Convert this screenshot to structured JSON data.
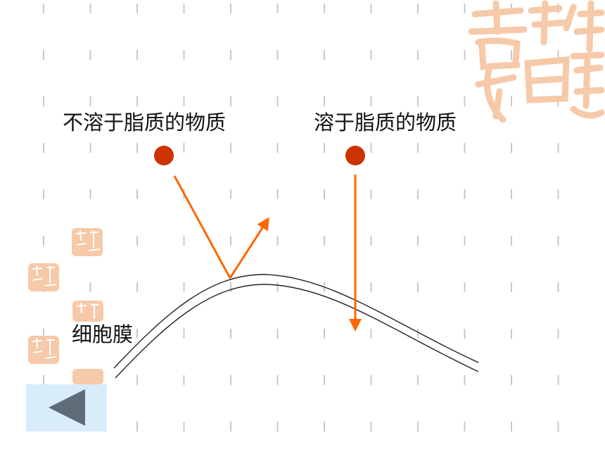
{
  "labels": {
    "insoluble": "不溶于脂质的物质",
    "soluble": "溶于脂质的物质",
    "membrane": "细胞膜"
  },
  "colors": {
    "particle": "#cc3300",
    "arrow": "#ff6600",
    "membrane_line": "#222222",
    "grid_dash": "#c8c8c8",
    "seal": "#f6c9a8",
    "back_button_bg": "#d8ecfa",
    "back_button_arrow": "#5f6b76"
  },
  "icons": {
    "back": "triangle-left-icon",
    "decoration": "seal-stamp-icon"
  }
}
